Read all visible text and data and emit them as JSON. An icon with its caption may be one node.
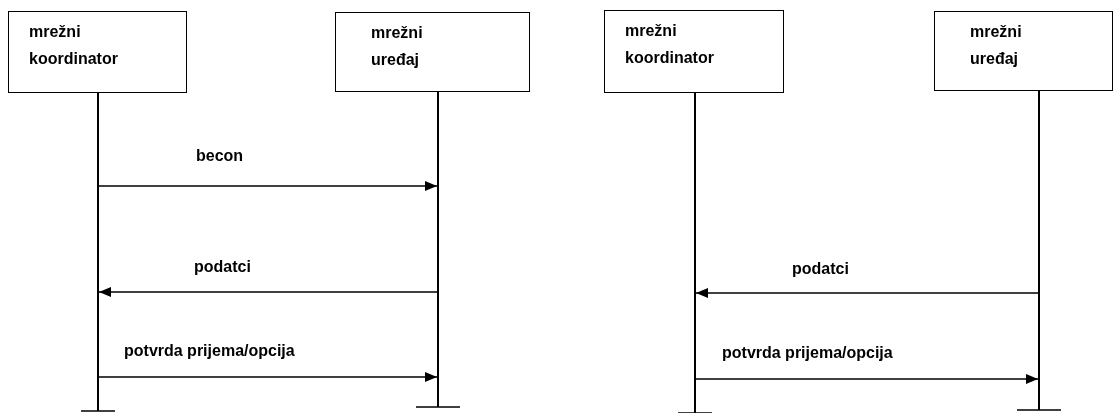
{
  "diagram": {
    "nodes": [
      {
        "text": [
          "mrežni koordinator"
        ]
      },
      {
        "text": [
          "mrežni uređaj"
        ]
      },
      {
        "text": [],
        "shape": "line"
      },
      {
        "text": [],
        "shape": "line"
      },
      {
        "text": [
          "mrežni koordinator"
        ]
      },
      {
        "text": [
          "mrežni uređaj"
        ]
      },
      {
        "text": [],
        "shape": "line"
      },
      {
        "text": [],
        "shape": "line"
      }
    ],
    "edges": [
      {
        "from": 2,
        "to": 3,
        "arrow": "to",
        "label": "becon"
      },
      {
        "from": 3,
        "to": 2,
        "arrow": "to",
        "label": "podatci"
      },
      {
        "from": 2,
        "to": 3,
        "arrow": "to",
        "label": "potvrda prijema/opcija"
      },
      {
        "from": 7,
        "to": 6,
        "arrow": "to",
        "label": "podatci"
      },
      {
        "from": 6,
        "to": 7,
        "arrow": "to",
        "label": "potvrda prijema/opcija"
      }
    ]
  }
}
